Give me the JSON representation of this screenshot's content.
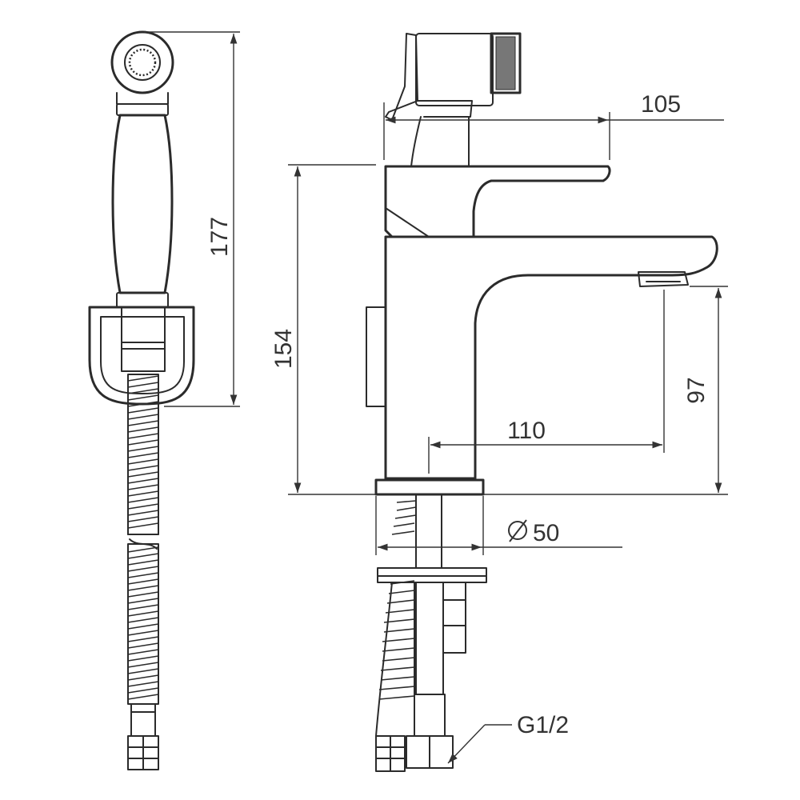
{
  "dimensions": {
    "handset_height": "177",
    "overall_height": "154",
    "spout_clearance": "97",
    "spout_projection": "110",
    "handset_projection": "105",
    "base_diameter": "50",
    "thread_size": "G1/2"
  },
  "colors": {
    "line": "#2b2b2b",
    "background": "#ffffff"
  },
  "symbols": {
    "diameter_icon": "diameter-symbol-icon",
    "arrow_icon": "dimension-arrow-icon"
  }
}
